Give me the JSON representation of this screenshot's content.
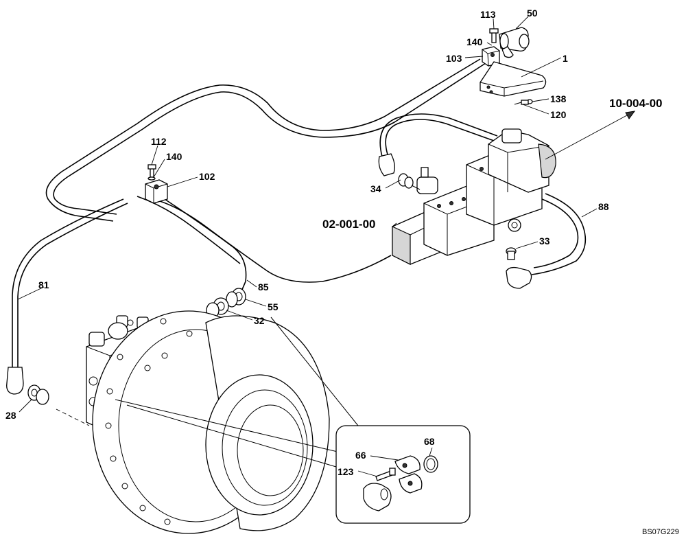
{
  "callouts": {
    "p113": "113",
    "p50": "50",
    "p140a": "140",
    "p103": "103",
    "p1": "1",
    "p138": "138",
    "p120": "120",
    "p112": "112",
    "p140b": "140",
    "p102": "102",
    "p34": "34",
    "p88": "88",
    "p33": "33",
    "p81": "81",
    "p85": "85",
    "p55": "55",
    "p32": "32",
    "p28": "28",
    "p68": "68",
    "p66": "66",
    "p123": "123"
  },
  "references": {
    "ref_10_004": "10-004-00",
    "ref_02_001": "02-001-00"
  },
  "drawing_code": "BS07G229"
}
